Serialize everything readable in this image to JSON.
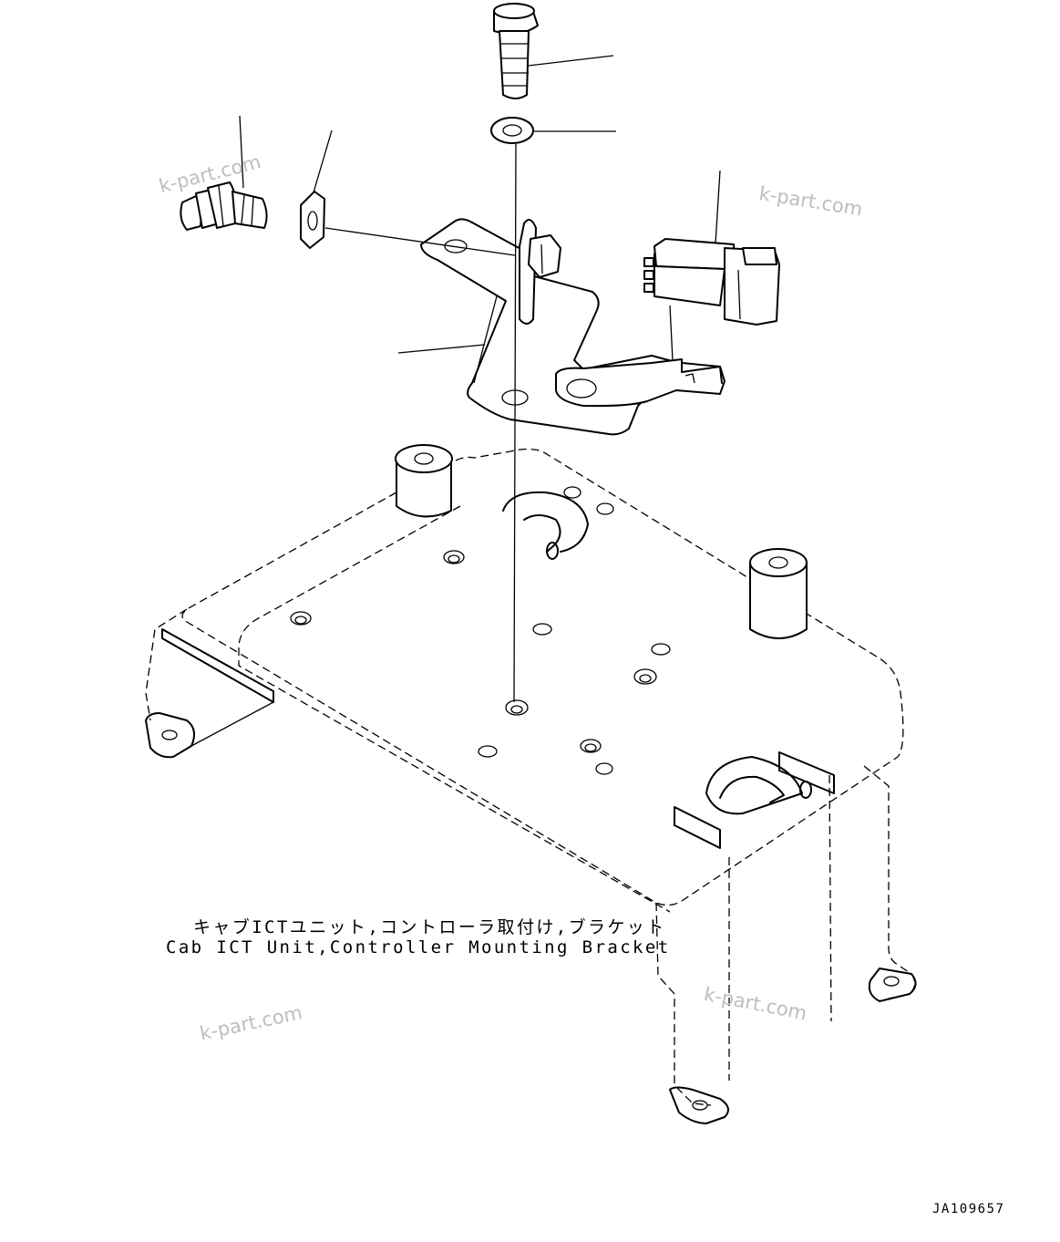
{
  "caption": {
    "japanese": "キャブICTユニット,コントローラ取付け,ブラケット",
    "english": "Cab ICT Unit,Controller Mounting Bracket"
  },
  "drawing_code": "JA109657",
  "watermarks": [
    "k-part.com",
    "k-part.com",
    "k-part.com",
    "k-part.com"
  ],
  "parts": [
    {
      "icon": "bolt-icon"
    },
    {
      "icon": "washer-icon"
    },
    {
      "icon": "connector-fitting-icon"
    },
    {
      "icon": "nut-icon"
    },
    {
      "icon": "controller-unit-icon"
    },
    {
      "icon": "bracket-icon"
    },
    {
      "icon": "mounting-plate-icon"
    }
  ]
}
